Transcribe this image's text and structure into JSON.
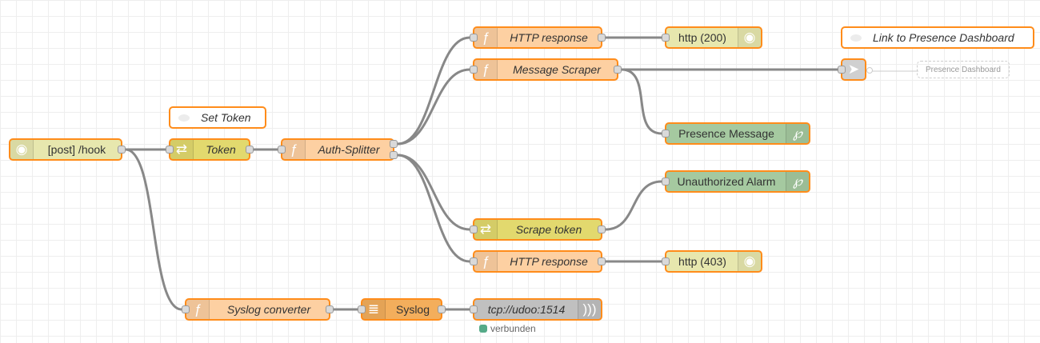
{
  "flow": {
    "nodes": {
      "http_in": {
        "label": "[post] /hook",
        "icon": "globe-icon"
      },
      "set_token_comment": {
        "label": "Set Token"
      },
      "token": {
        "label": "Token",
        "icon": "shuffle-icon"
      },
      "auth_splitter": {
        "label": "Auth-Splitter",
        "icon": "function-icon"
      },
      "http_response_ok": {
        "label": "HTTP response",
        "icon": "function-icon"
      },
      "message_scraper": {
        "label": "Message Scraper",
        "icon": "function-icon"
      },
      "http_200": {
        "label": "http (200)",
        "icon": "globe-icon"
      },
      "presence_comment": {
        "label": "Link to Presence Dashboard"
      },
      "link_out": {
        "icon": "link-out-icon"
      },
      "presence_dashboard": {
        "label": "Presence Dashboard"
      },
      "presence_message": {
        "label": "Presence Message",
        "icon": "pushover-icon"
      },
      "unauthorized_alarm": {
        "label": "Unauthorized Alarm",
        "icon": "pushover-icon"
      },
      "scrape_token": {
        "label": "Scrape token",
        "icon": "shuffle-icon"
      },
      "http_response_denied": {
        "label": "HTTP response",
        "icon": "function-icon"
      },
      "http_403": {
        "label": "http (403)",
        "icon": "globe-icon"
      },
      "syslog_converter": {
        "label": "Syslog converter",
        "icon": "function-icon"
      },
      "syslog": {
        "label": "Syslog",
        "icon": "list-icon"
      },
      "tcp_out": {
        "label": "tcp://udoo:1514",
        "icon": "wireless-icon",
        "status": "verbunden"
      }
    }
  },
  "colors": {
    "node_border": "#ff8c1a",
    "wire": "#888888",
    "status_connected": "#55aa88"
  }
}
